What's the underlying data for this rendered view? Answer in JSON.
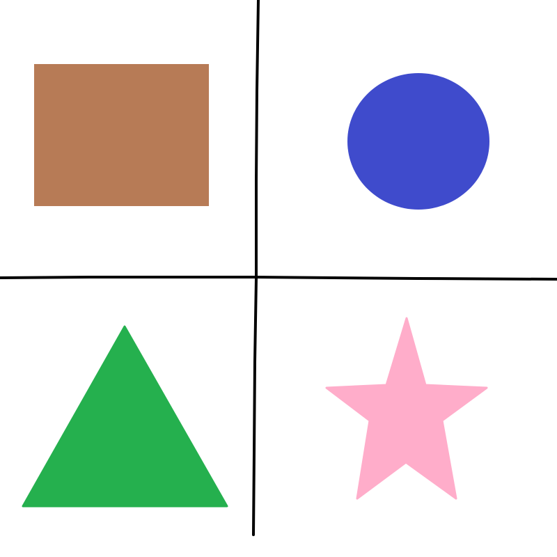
{
  "background_color": "#ffffff",
  "divider_color": "#000000",
  "shapes": {
    "rectangle": {
      "kind": "rectangle",
      "color": "#b77b56"
    },
    "circle": {
      "kind": "circle",
      "color": "#3f4bcc"
    },
    "triangle": {
      "kind": "triangle",
      "color": "#25b04e"
    },
    "star": {
      "kind": "star",
      "color": "#ffadca"
    }
  }
}
